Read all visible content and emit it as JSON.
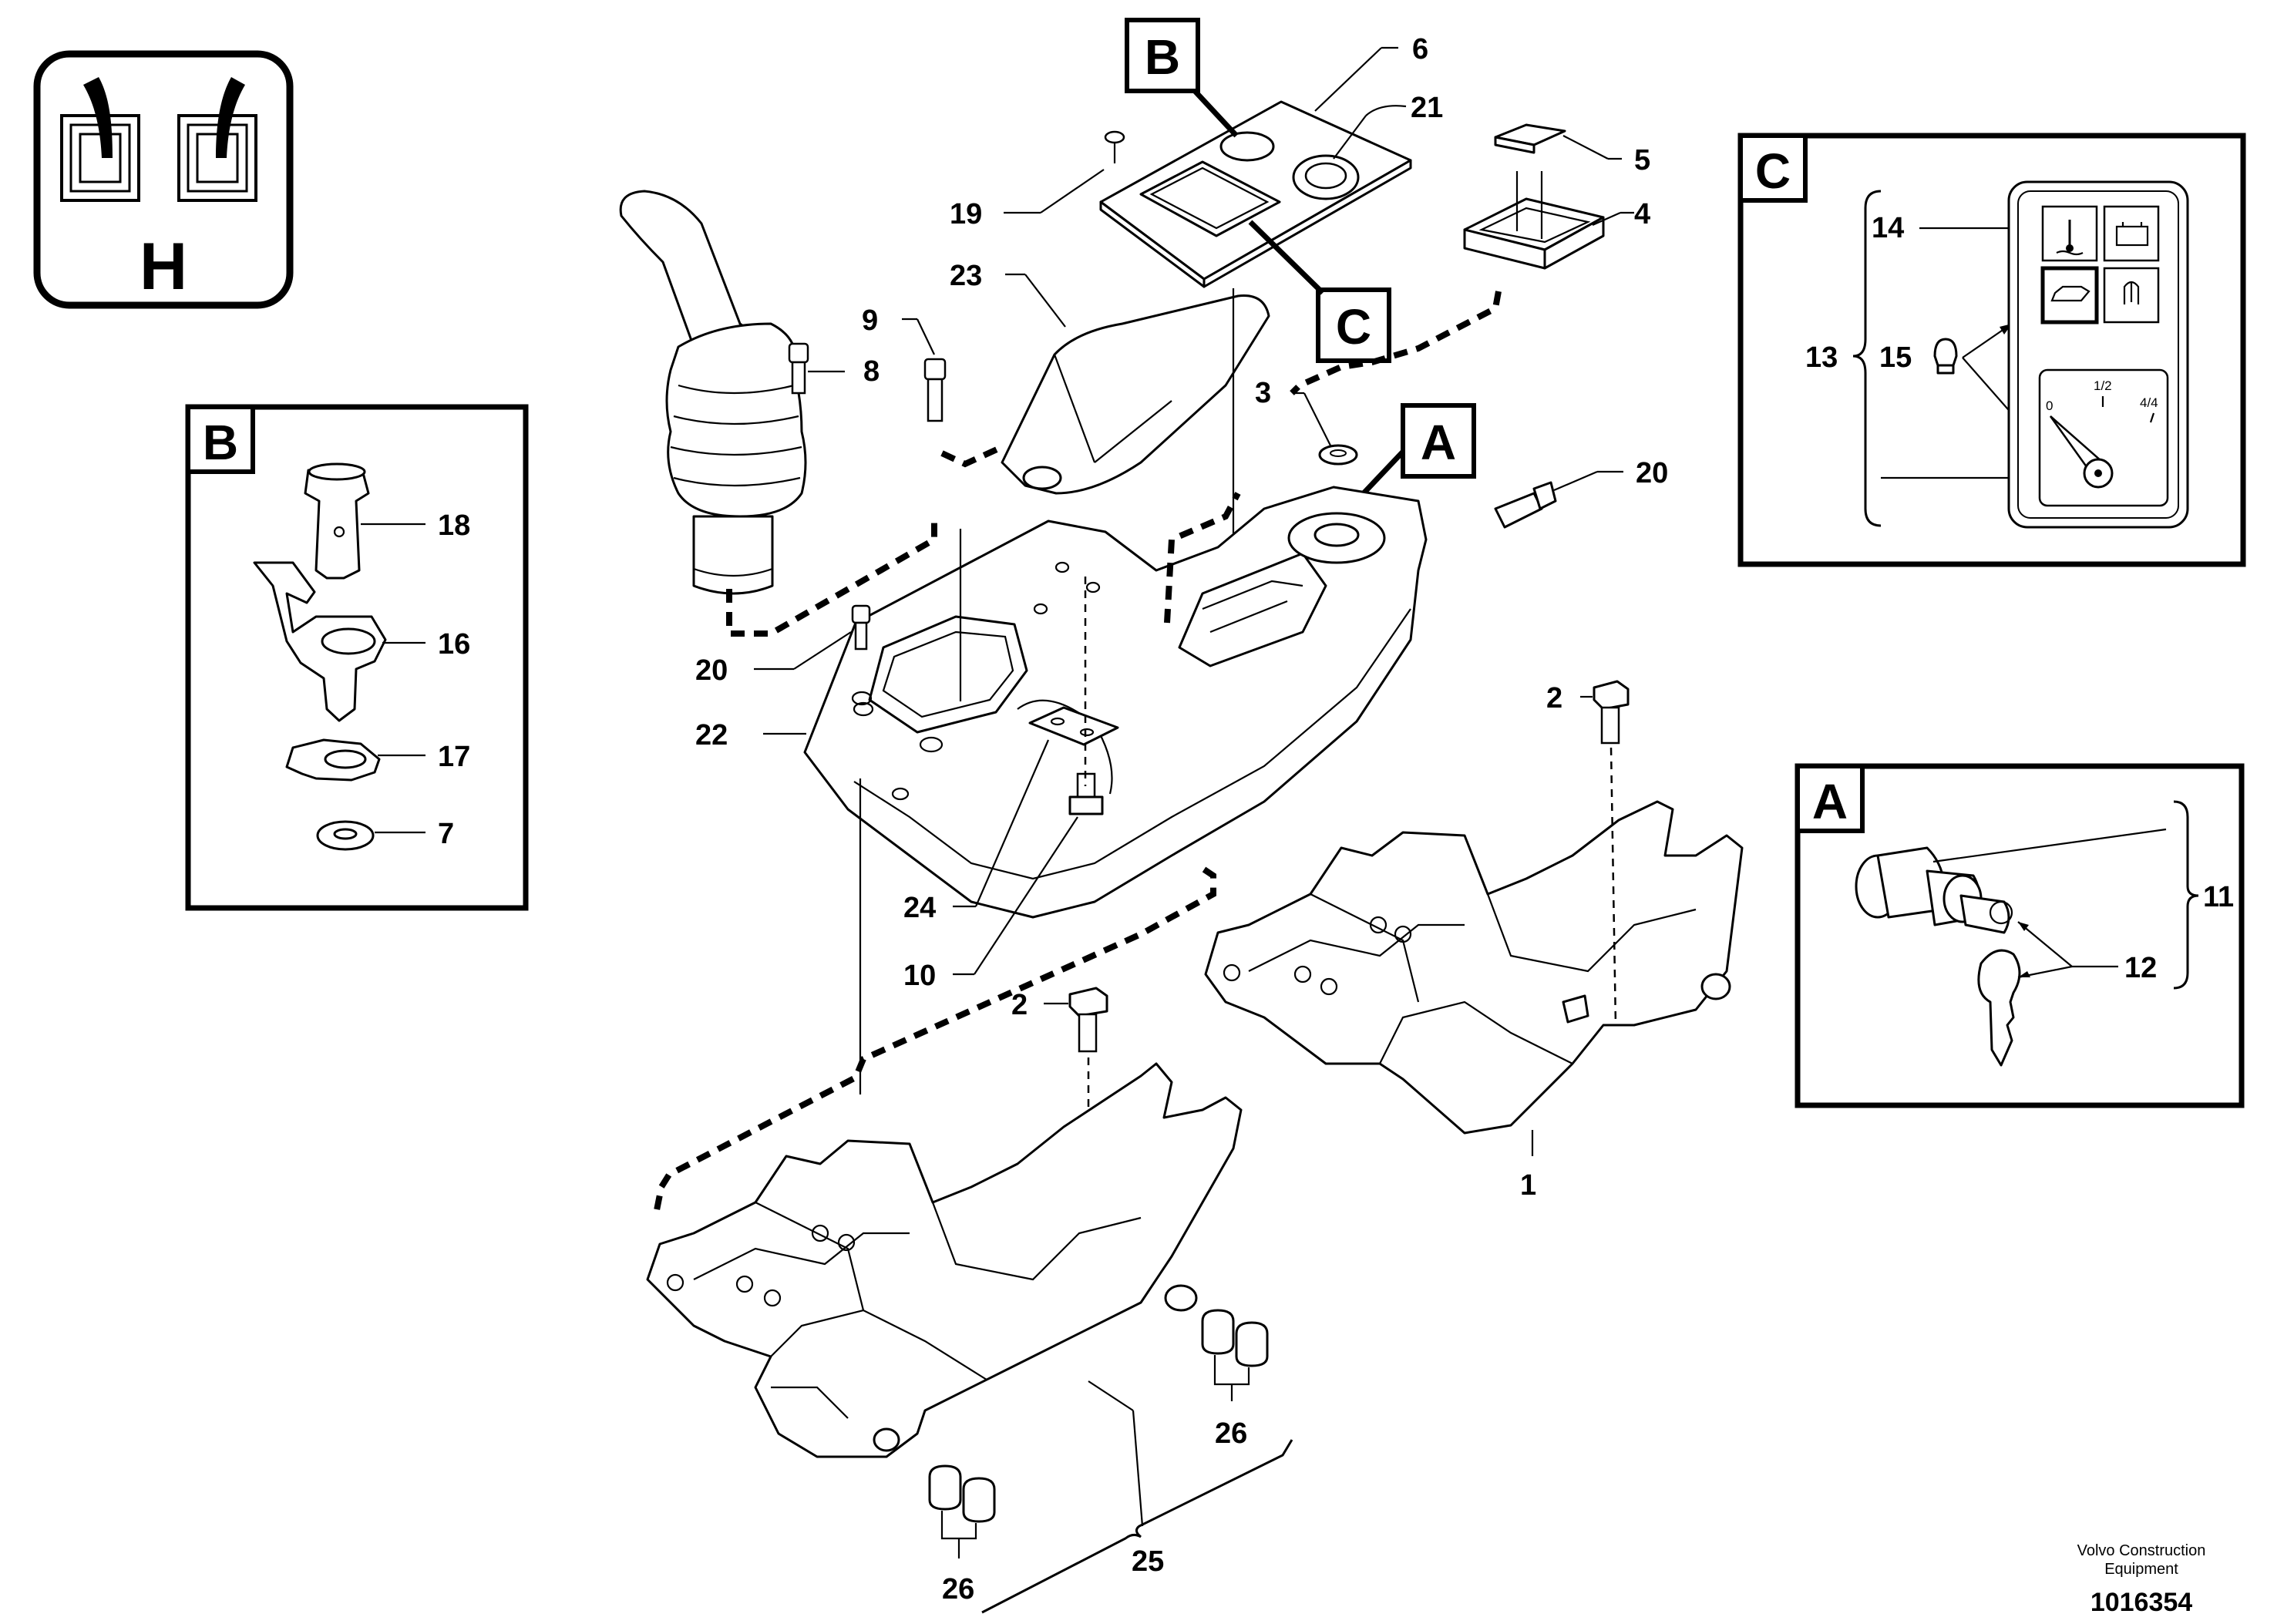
{
  "symbol": {
    "letter": "H",
    "description_icon": "joystick-pair-icon"
  },
  "detail_b": {
    "tag": "B",
    "callouts": [
      "18",
      "16",
      "17",
      "7"
    ]
  },
  "detail_c": {
    "tag": "C",
    "callouts": [
      "14",
      "13",
      "15"
    ],
    "gauge": {
      "min": "0",
      "mid": "1/2",
      "max": "4/4"
    }
  },
  "detail_a": {
    "tag": "A",
    "callouts": [
      "11",
      "12"
    ]
  },
  "main_tags": {
    "b": "B",
    "c": "C",
    "a": "A"
  },
  "callouts": {
    "c6": "6",
    "c21": "21",
    "c5": "5",
    "c4": "4",
    "c19": "19",
    "c23": "23",
    "c9": "9",
    "c8": "8",
    "c3": "3",
    "c20a": "20",
    "c20b": "20",
    "c22": "22",
    "c2a": "2",
    "c2b": "2",
    "c24": "24",
    "c10": "10",
    "c1": "1",
    "c26a": "26",
    "c26b": "26",
    "c25": "25"
  },
  "footer": {
    "company_line1": "Volvo Construction",
    "company_line2": "Equipment",
    "doc_number": "1016354"
  }
}
